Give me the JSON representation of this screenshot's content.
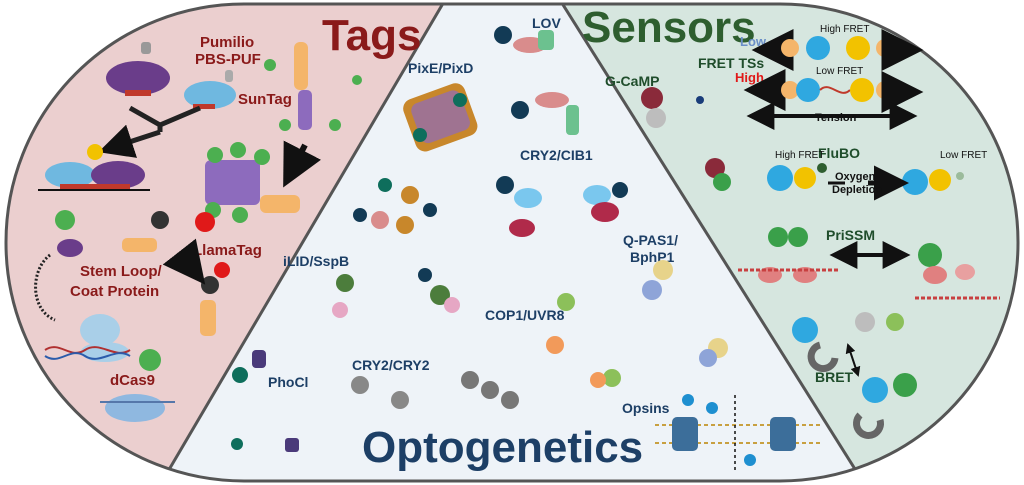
{
  "sections": {
    "tags": {
      "title": "Tags",
      "labels": {
        "pumilio": [
          "Pumilio",
          "PBS-PUF"
        ],
        "suntag": "SunTag",
        "llamatag": "LlamaTag",
        "stemloop": [
          "Stem Loop/",
          "Coat Protein"
        ],
        "dcas9": "dCas9"
      }
    },
    "optogenetics": {
      "title": "Optogenetics",
      "labels": {
        "lov": "LOV",
        "pixe": "PixE/PixD",
        "cry2cib1": "CRY2/CIB1",
        "ilid": "iLID/SspB",
        "qpas1": [
          "Q-PAS1/",
          "BphP1"
        ],
        "cop1": "COP1/UVR8",
        "cry2cry2": "CRY2/CRY2",
        "phocl": "PhoCl",
        "opsins": "Opsins"
      }
    },
    "sensors": {
      "title": "Sensors",
      "labels": {
        "gcamp": "G-CaMP",
        "frettss": "FRET TSs",
        "low": "Low",
        "high": "High",
        "highfret1": "High FRET",
        "lowfret1": "Low FRET",
        "tension": "Tension",
        "flubo": "FluBO",
        "highfret2": "High FRET",
        "lowfret2": "Low FRET",
        "oxygen": [
          "Oxygen",
          "Depletion"
        ],
        "prissm": "PriSSM",
        "bret": "BRET"
      }
    }
  },
  "colors": {
    "tags_bg": "#ebcfcf",
    "opto_bg": "#eef3f8",
    "sensors_bg": "#d6e6df",
    "tags_title": "#8a1a1a",
    "opto_title": "#1d3f66",
    "sensors_title": "#2e5e2f"
  }
}
